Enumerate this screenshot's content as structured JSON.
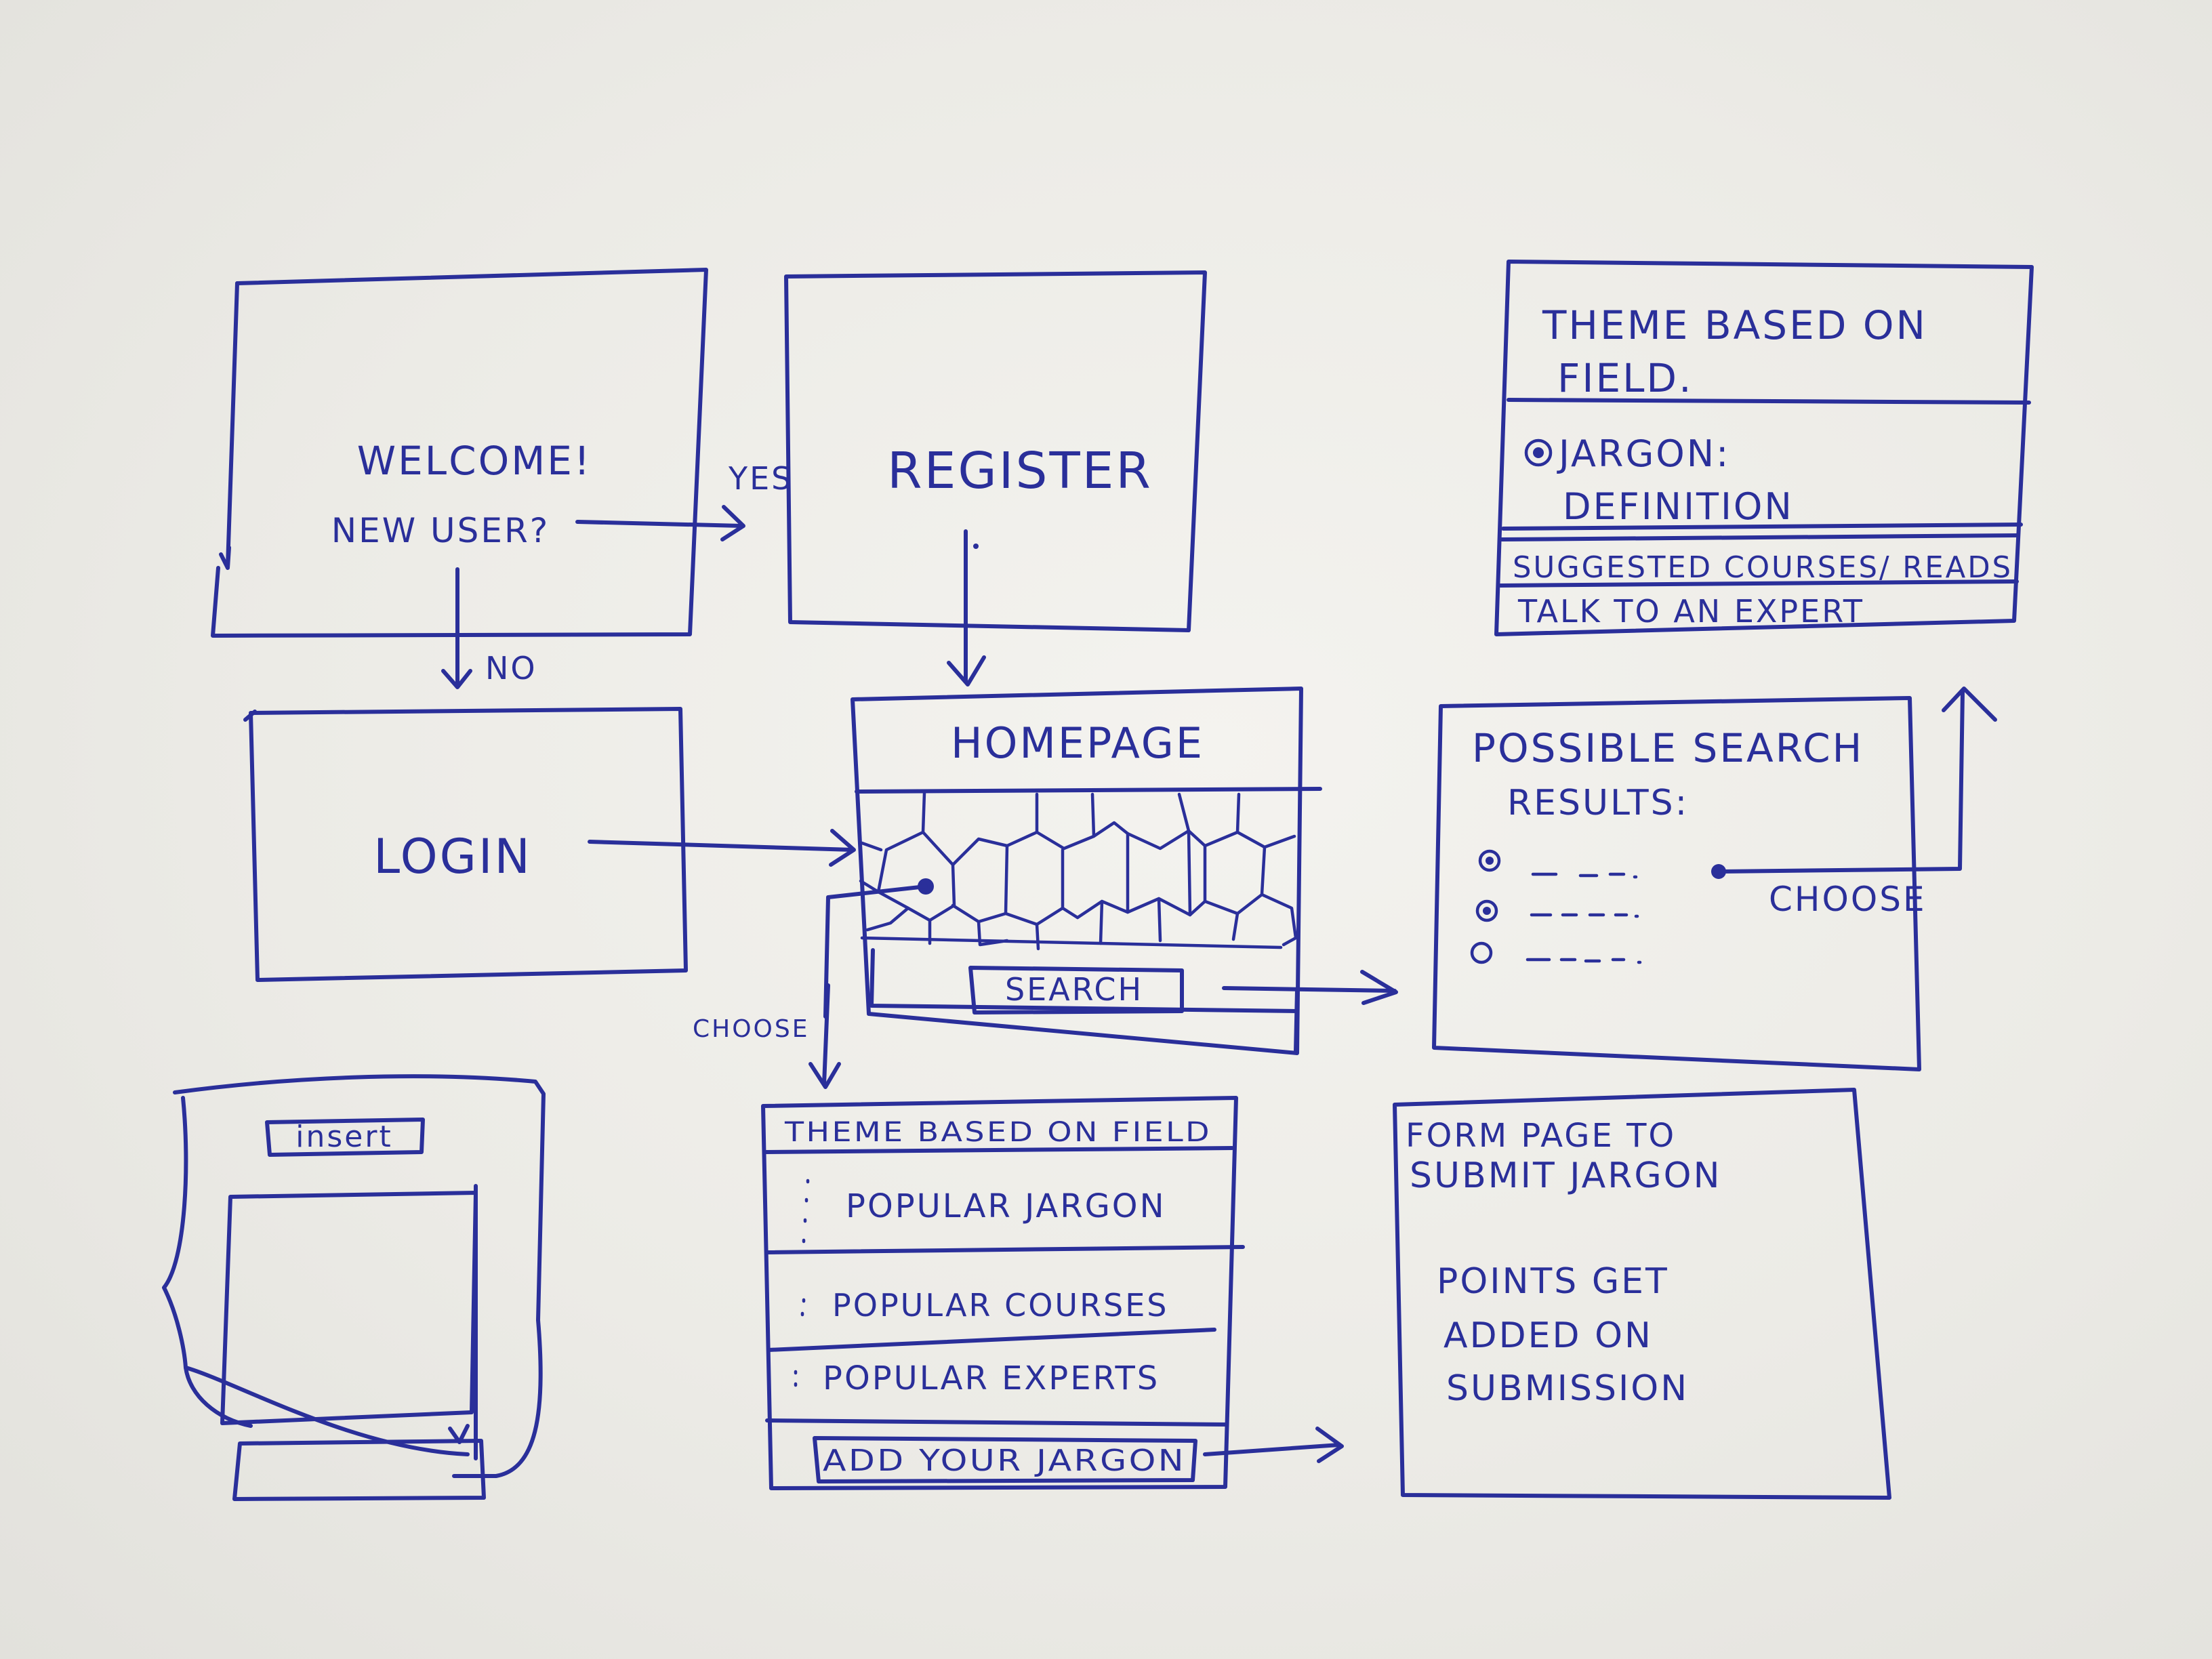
{
  "screens": {
    "welcome": {
      "title": "WELCOME!",
      "question": "NEW USER?"
    },
    "register": {
      "title": "REGISTER"
    },
    "login": {
      "title": "LOGIN"
    },
    "homepage": {
      "title": "HOMEPAGE",
      "search_button": "SEARCH"
    },
    "theme_detail": {
      "heading_line1": "THEME BASED ON",
      "heading_line2": "FIELD.",
      "jargon_line1": "JARGON:",
      "jargon_line2": "DEFINITION",
      "suggested": "SUGGESTED COURSES/ READS",
      "talk": "TALK TO AN EXPERT"
    },
    "search_results": {
      "line1": "POSSIBLE SEARCH",
      "line2": "RESULTS:"
    },
    "theme_list": {
      "heading": "THEME BASED ON FIELD",
      "items": [
        "POPULAR JARGON",
        "POPULAR COURSES",
        "POPULAR EXPERTS"
      ],
      "add_button": "ADD YOUR JARGON"
    },
    "form_page": {
      "line1": "FORM PAGE TO",
      "line2": "SUBMIT JARGON",
      "line3": "POINTS GET",
      "line4": "ADDED ON",
      "line5": "SUBMISSION"
    },
    "insert_screen": {
      "label": "insert"
    }
  },
  "connectors": {
    "yes": "YES",
    "no": "NO",
    "choose_results": "CHOOSE",
    "choose_theme": "CHOOSE"
  }
}
